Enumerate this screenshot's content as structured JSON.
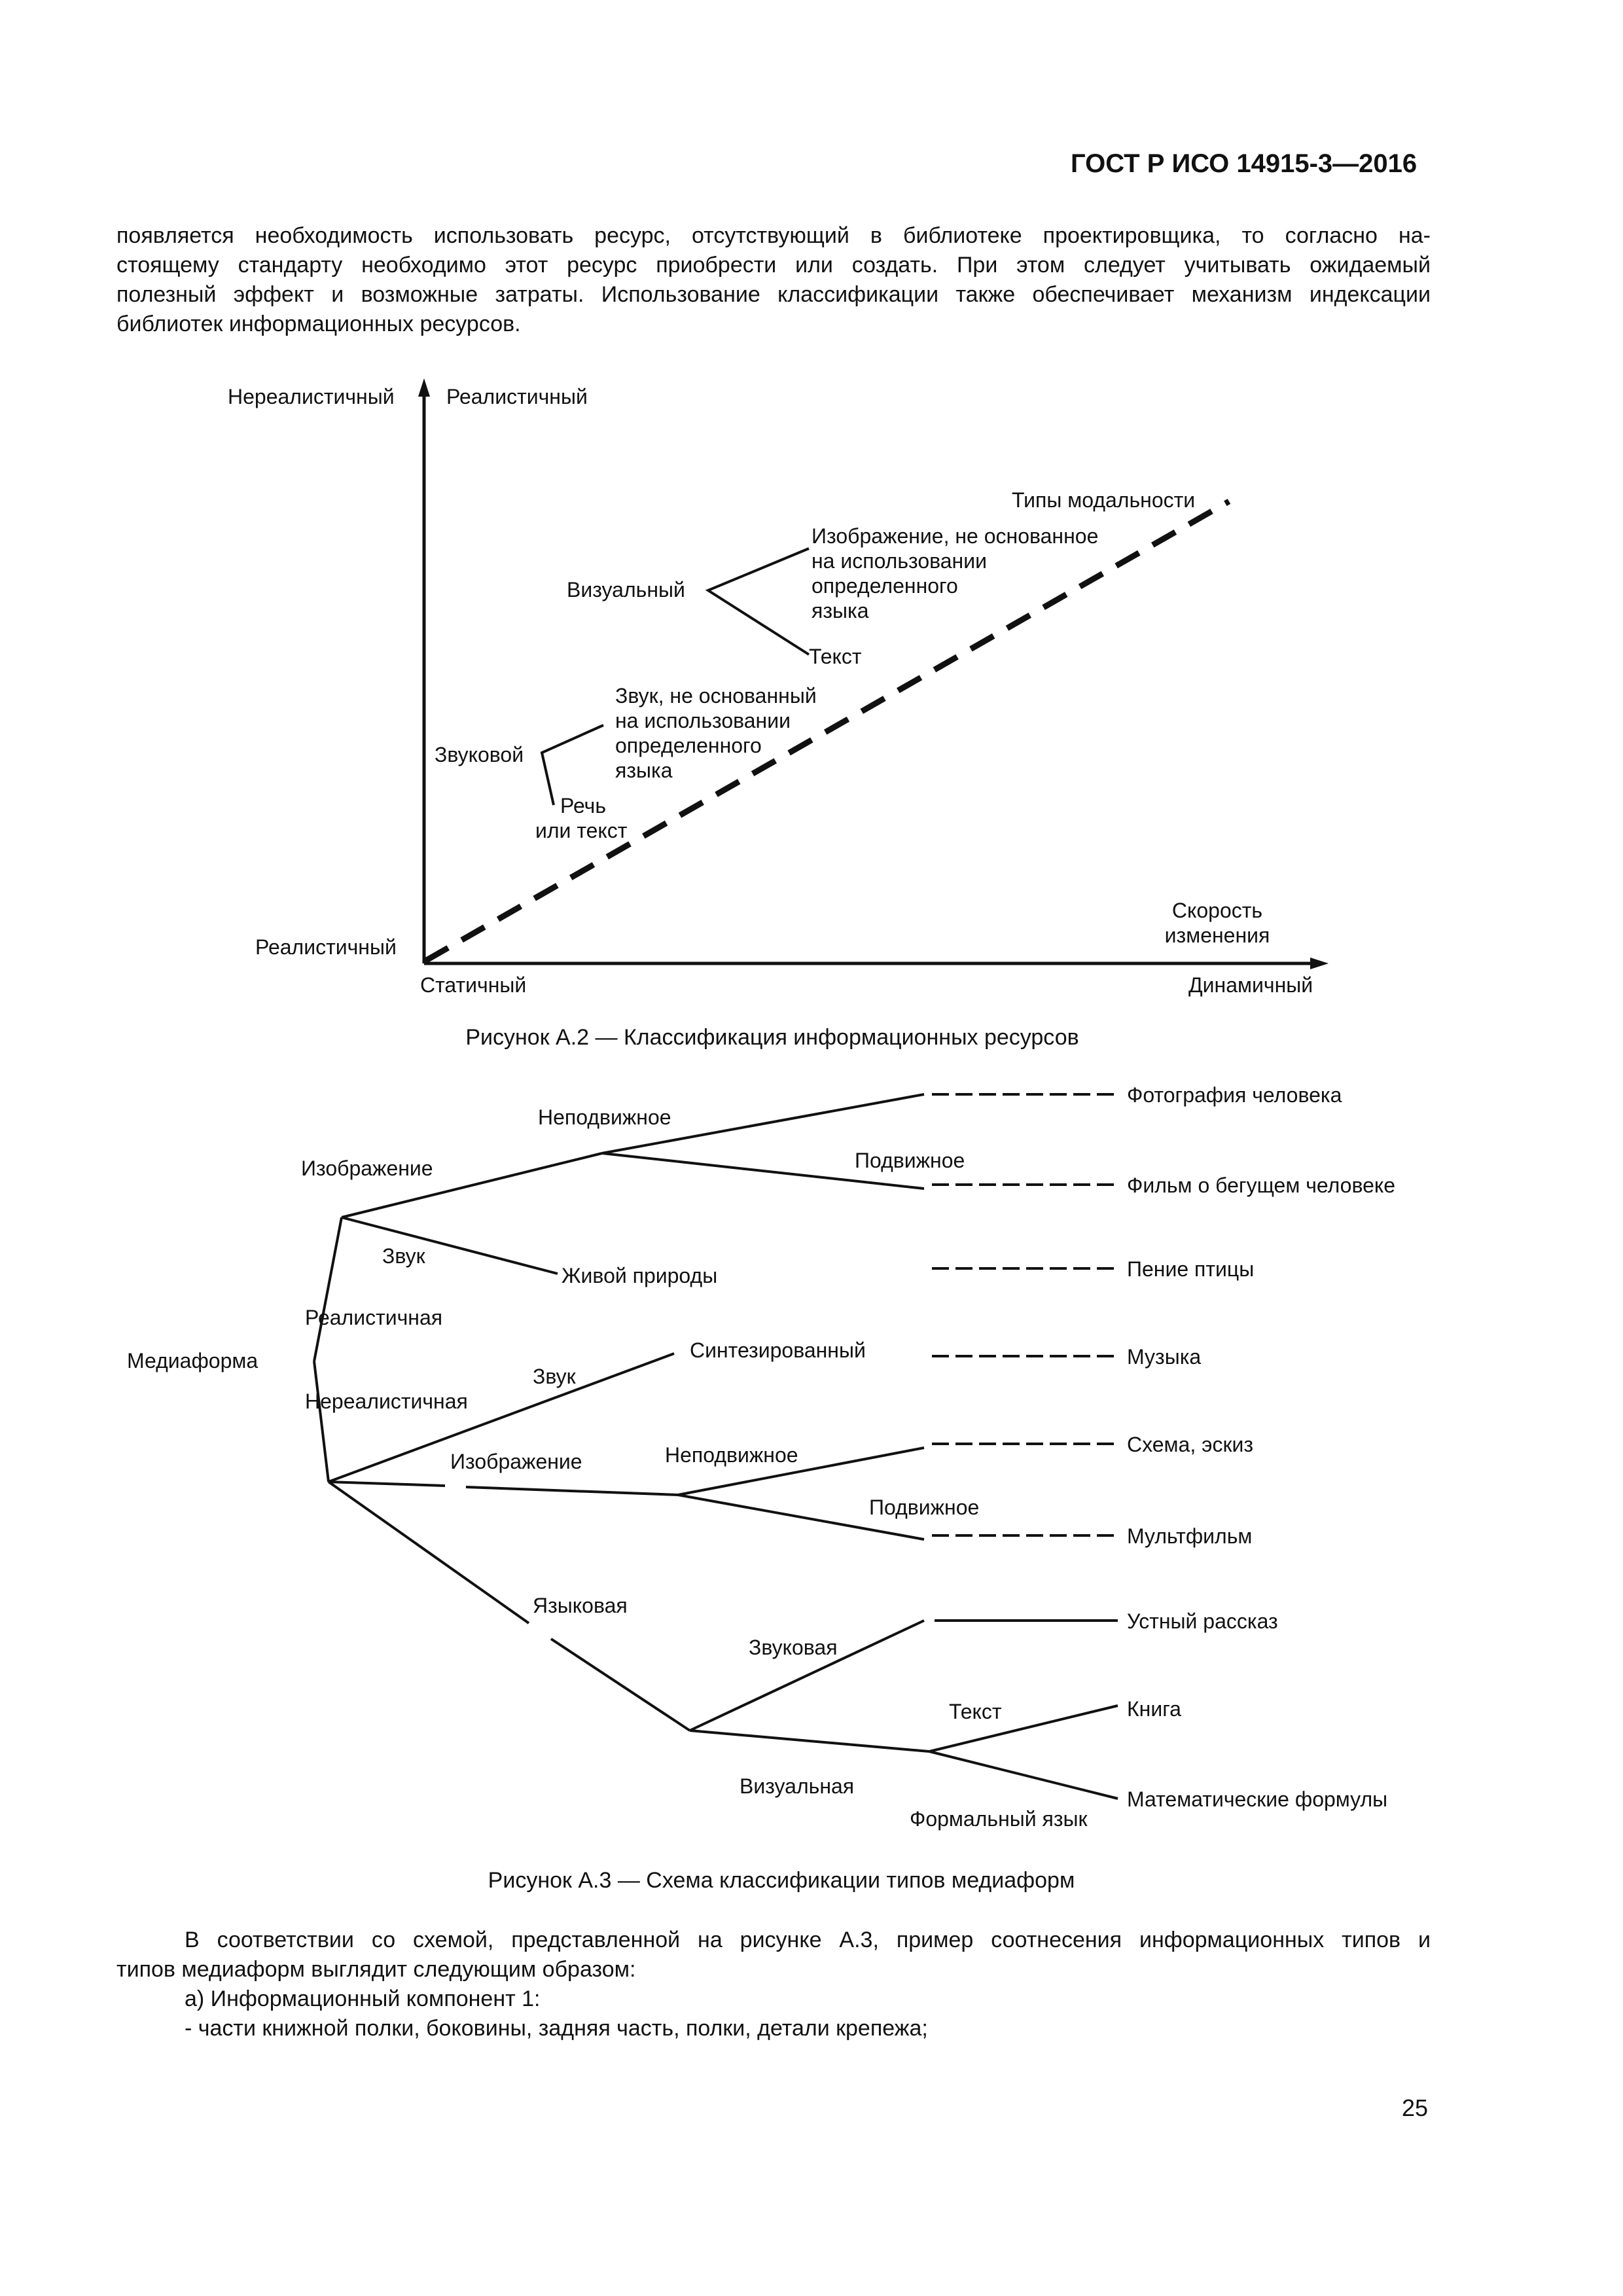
{
  "header": {
    "doc_code": "ГОСТ Р ИСО 14915-3—2016"
  },
  "intro_paragraph": {
    "lines": [
      "появляется необходимость использовать ресурс, отсутствующий в библиотеке проектировщика, то согласно на-",
      "стоящему стандарту необходимо этот ресурс приобрести или создать. При этом следует учитывать ожидаемый",
      "полезный эффект и возможные затраты. Использование классификации также обеспечивает механизм индексации",
      "библиотек информационных ресурсов."
    ]
  },
  "figure_a2": {
    "y_axis_top_left": "Нереалистичный",
    "y_axis_top_right": "Реалистичный",
    "origin_label": "Реалистичный",
    "x_axis_title_line1": "Скорость",
    "x_axis_title_line2": "изменения",
    "x_left": "Статичный",
    "x_right": "Динамичный",
    "diagonal_label": "Типы модальности",
    "visual": {
      "label": "Визуальный",
      "branch1": [
        "Изображение, не основанное",
        "на использовании",
        "определенного",
        "языка"
      ],
      "branch2": "Текст"
    },
    "sound": {
      "label": "Звуковой",
      "branch1": [
        "Звук, не основанный",
        "на использовании",
        "определенного",
        "языка"
      ],
      "branch2": [
        "Речь",
        "или текст"
      ]
    },
    "caption": "Рисунок А.2 — Классификация информационных ресурсов"
  },
  "figure_a3": {
    "root": "Медиаформа",
    "realistic": "Реалистичная",
    "non_realistic": "Нереалистичная",
    "r_image": "Изображение",
    "r_still": "Неподвижное",
    "r_moving": "Подвижное",
    "r_sound": "Звук",
    "r_nature": "Живой природы",
    "n_sound": "Звук",
    "n_synth": "Синтезированный",
    "n_image": "Изображение",
    "n_still": "Неподвижное",
    "n_moving": "Подвижное",
    "lang": "Языковая",
    "lang_sound": "Звуковая",
    "lang_visual": "Визуальная",
    "text": "Текст",
    "formal": "Формальный язык",
    "examples": [
      "Фотография человека",
      "Фильм о бегущем человеке",
      "Пение птицы",
      "Музыка",
      "Схема, эскиз",
      "Мультфильм",
      "Устный рассказ",
      "Книга",
      "Математические формулы"
    ],
    "caption": "Рисунок А.3 — Схема классификации типов медиаформ"
  },
  "body_paragraph": {
    "lines": [
      "В соответствии со схемой, представленной на рисунке А.3, пример соотнесения информационных типов и",
      "типов медиаформ выглядит следующим образом:"
    ],
    "item_a": "а) Информационный компонент 1:",
    "bullet_1": "-  части книжной полки, боковины, задняя часть, полки, детали крепежа;"
  },
  "page_number": "25"
}
